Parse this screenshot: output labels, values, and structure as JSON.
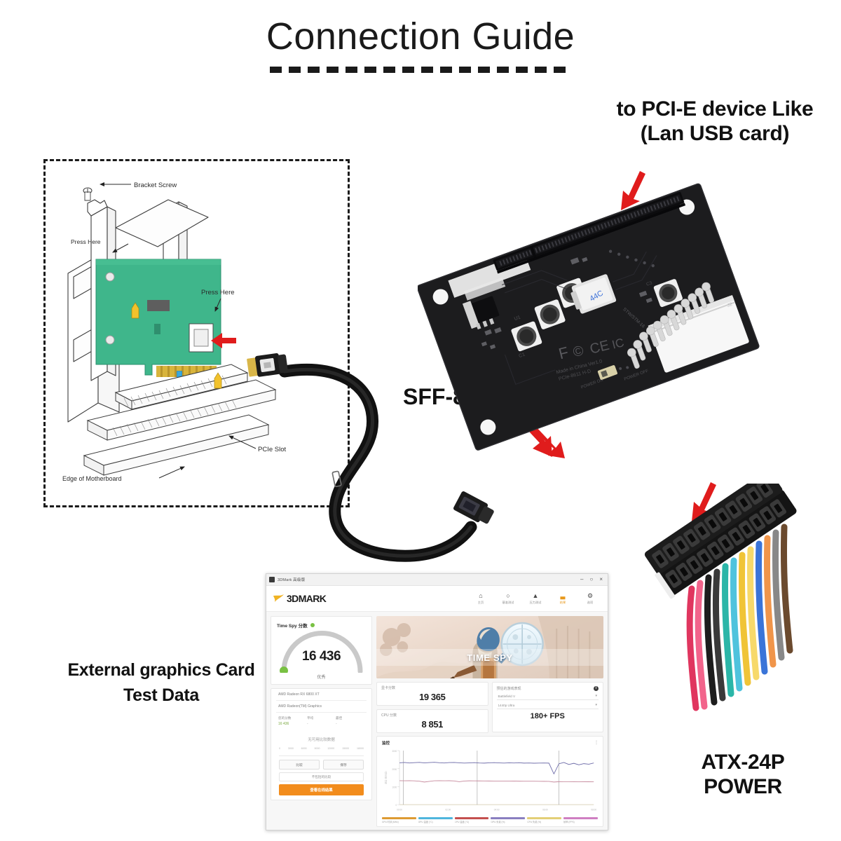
{
  "header": {
    "title": "Connection Guide"
  },
  "callouts": {
    "pcie_device": "to PCI-E device\nLike\n(Lan USB card)",
    "cable": "SFF-8611",
    "atx": "ATX-24P\nPOWER",
    "test_data": "External graphics\nCard Test Data"
  },
  "diagram": {
    "labels": {
      "bracket_screw": "Bracket Screw",
      "press_here_1": "Press Here",
      "press_here_2": "Press Here",
      "pcie_slot": "PCIe Slot",
      "edge_of_motherboard": "Edge of Motherboard"
    },
    "card_color": "#3fb68b",
    "gold_finger_color": "#d8b43c"
  },
  "board": {
    "pcb_color": "#1c1c1e",
    "silkscreen": {
      "fcc": "FCC",
      "ce": "CE",
      "made_in": "Made in China Ver1.0",
      "model": "PCIe-8611 H-D",
      "connector_label": "STW/STM-16",
      "power_on": "POWER ON",
      "power_off": "POWER OFF",
      "j2": "J2",
      "u1": "U1",
      "c1": "C1"
    }
  },
  "mark_window": {
    "titlebar": {
      "app_title": "3DMark 高级版",
      "minimize": "–",
      "maximize": "○",
      "close": "×"
    },
    "logo": "3DMARK",
    "nav": [
      {
        "icon": "home-icon",
        "glyph": "⌂",
        "label": "主页",
        "active": false
      },
      {
        "icon": "bench-icon",
        "glyph": "○",
        "label": "基准测试",
        "active": false
      },
      {
        "icon": "stress-icon",
        "glyph": "▲",
        "label": "压力测试",
        "active": false
      },
      {
        "icon": "results-icon",
        "glyph": "▃",
        "label": "结果",
        "active": true
      },
      {
        "icon": "gear-icon",
        "glyph": "⚙",
        "label": "选项",
        "active": false
      }
    ],
    "score_card": {
      "title": "Time Spy 分数",
      "value": "16 436",
      "rating": "优秀",
      "gpu_1": "AMD Radeon RX 6800 XT",
      "gpu_2": "AMD Radeon(TM) Graphics",
      "stats": [
        {
          "label": "您的分数",
          "value": "16 436"
        },
        {
          "label": "平均",
          "value": "-"
        },
        {
          "label": "最佳",
          "value": "-"
        }
      ],
      "no_compare": "无可用比较数据",
      "axis_ticks": [
        "0",
        "3000",
        "6000",
        "9000",
        "12000",
        "15000",
        "18000"
      ],
      "btn_left": "比较",
      "btn_right": "保存",
      "btn_wide": "不包括的比较",
      "btn_cta": "查看在线结果"
    },
    "hero": {
      "caption": "TIME SPY"
    },
    "graphics_card": {
      "label": "显卡分数",
      "value": "19 365"
    },
    "cpu_card": {
      "label": "CPU 分数",
      "value": "8 851"
    },
    "estimator": {
      "label": "预估的游戏表现",
      "info": "i",
      "game": "Battlefield V",
      "preset": "1440p Ultra",
      "fps": "180+ FPS"
    },
    "monitor_chart": {
      "title": "监控",
      "menu": "⋮",
      "ylabel": "温度 (摄氏度)",
      "x_ticks": [
        "00:00",
        "02:00",
        "04:00",
        "06:00",
        "08:00"
      ],
      "y_ticks": [
        "0",
        "1000",
        "2000",
        "3000"
      ],
      "legend": [
        {
          "label": "GPU 时钟 (MHz)",
          "color": "#dd9b33"
        },
        {
          "label": "GPU 温度 (°C)",
          "color": "#4fb6dd"
        },
        {
          "label": "CPU 温度 (°C)",
          "color": "#c4504f"
        },
        {
          "label": "GPU 负载 (%)",
          "color": "#8a7fc0"
        },
        {
          "label": "CPU 负载 (%)",
          "color": "#e3cf77"
        },
        {
          "label": "帧率 (FPS)",
          "color": "#cf7fc2"
        }
      ]
    }
  },
  "chart_data": {
    "type": "line",
    "title": "监控",
    "xlabel": "",
    "ylabel": "温度 (摄氏度)",
    "x_ticks": [
      "00:00",
      "02:00",
      "04:00",
      "06:00",
      "08:00"
    ],
    "y_ticks": [
      "0",
      "1000",
      "2000",
      "3000"
    ],
    "ylim": [
      0,
      3200
    ],
    "grid": false,
    "legend_position": "bottom",
    "series": [
      {
        "name": "GPU 时钟 (MHz)",
        "color": "#6d6ba8",
        "values": [
          2480,
          2500,
          2470,
          2490,
          2505,
          2475,
          2495,
          2510,
          2485,
          2470,
          2495,
          2500,
          2480,
          2465,
          2475,
          2490,
          2470,
          2460,
          2480,
          2490,
          2475,
          2465,
          2480,
          2470,
          2485,
          2460,
          2470,
          2455,
          2465,
          2470,
          2460,
          1820,
          2420,
          2500,
          2380,
          2450,
          2360,
          2430,
          2395,
          2470
        ]
      },
      {
        "name": "CPU 温度 (°C)",
        "color": "#c78b9e",
        "values": [
          1420,
          1415,
          1420,
          1410,
          1390,
          1340,
          1380,
          1415,
          1420,
          1415,
          1418,
          1405,
          1360,
          1400,
          1412,
          1410,
          1408,
          1405,
          1402,
          1400,
          1398,
          1400,
          1395,
          1398,
          1392,
          1390,
          1388,
          1390,
          1385,
          1382,
          1380,
          1340,
          1360,
          1365,
          1362,
          1360,
          1358,
          1360,
          1355,
          1358
        ]
      }
    ]
  }
}
